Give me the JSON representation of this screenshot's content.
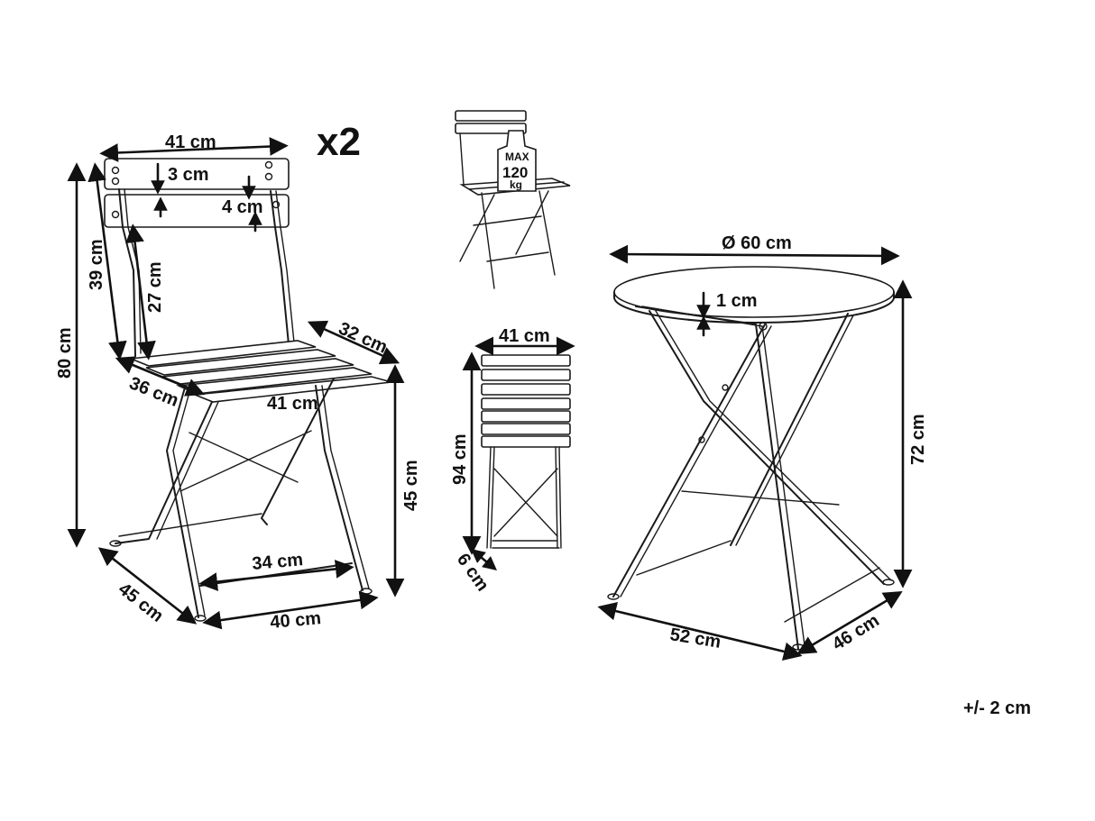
{
  "quantity": "x2",
  "tolerance": "+/- 2 cm",
  "weight_limit": {
    "top": "MAX",
    "value": "120",
    "unit": "kg"
  },
  "chair_dimensions": {
    "top_width": "41 cm",
    "slat_gap": "3 cm",
    "slat_height": "4 cm",
    "backrest_height": "39 cm",
    "backrest_inner_height": "27 cm",
    "total_height": "80 cm",
    "seat_depth_top": "32 cm",
    "seat_depth_side": "36 cm",
    "seat_width": "41 cm",
    "seat_height": "45 cm",
    "front_bar_width": "34 cm",
    "base_depth": "45 cm",
    "base_width": "40 cm"
  },
  "folded_chair_dimensions": {
    "width": "41 cm",
    "height": "94 cm",
    "thickness": "6 cm"
  },
  "table_dimensions": {
    "diameter": "Ø 60 cm",
    "top_thickness": "1 cm",
    "height": "72 cm",
    "base_width": "52 cm",
    "base_depth": "46 cm"
  }
}
